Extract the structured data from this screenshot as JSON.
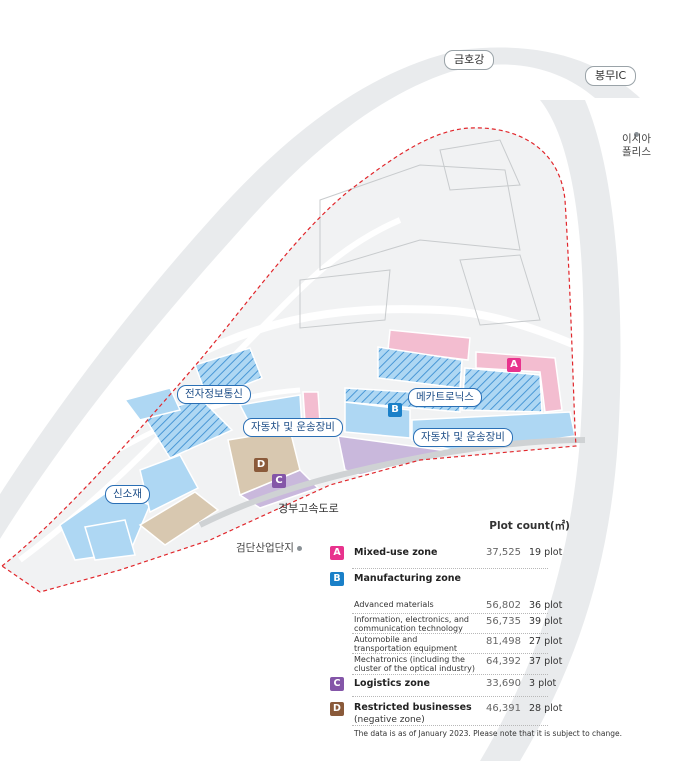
{
  "labels": {
    "river": "금호강",
    "interchange": "봉무IC",
    "apartments": "이시아\n폴리스",
    "expressway": "경부고속도로",
    "industrial_complex": "검단산업단지",
    "zone_electronics": "전자정보통신",
    "zone_auto_left": "자동차 및 운송장비",
    "zone_mechatronics": "메카트로닉스",
    "zone_auto_right": "자동차 및 운송장비",
    "zone_materials": "신소재"
  },
  "colors": {
    "mixed_use": "#f3bdd0",
    "manufacturing": "#aed7f3",
    "logistics": "#c9b8dc",
    "restricted": "#d8c8b0",
    "badge_a": "#e8338d",
    "badge_b": "#1a80c8",
    "badge_c": "#8456a8",
    "badge_d": "#8a5a3a",
    "boundary": "#e1262b",
    "river": "#e9ebed"
  },
  "legend": {
    "header": "Plot count(㎡)",
    "zones": [
      {
        "badge": "A",
        "name": "Mixed-use zone",
        "area": "37,525",
        "plots": "19 plot",
        "icon": "pink-square"
      },
      {
        "badge": "B",
        "name": "Manufacturing zone",
        "area": "",
        "plots": "",
        "icon": "blue-square",
        "subs": [
          {
            "name": "Advanced materials",
            "area": "56,802",
            "plots": "36 plot"
          },
          {
            "name": "Information, electronics, and communication technology",
            "area": "56,735",
            "plots": "39 plot"
          },
          {
            "name": "Automobile and transportation equipment",
            "area": "81,498",
            "plots": "27 plot"
          },
          {
            "name": "Mechatronics (including the cluster of the optical industry)",
            "area": "64,392",
            "plots": "37 plot"
          }
        ]
      },
      {
        "badge": "C",
        "name": "Logistics zone",
        "area": "33,690",
        "plots": "3 plot",
        "icon": "purple-square"
      },
      {
        "badge": "D",
        "name": "Restricted businesses",
        "name2": "(negative zone)",
        "area": "46,391",
        "plots": "28 plot",
        "icon": "brown-square"
      }
    ],
    "note": "The data is as of January 2023. Please note that it is subject to change."
  }
}
